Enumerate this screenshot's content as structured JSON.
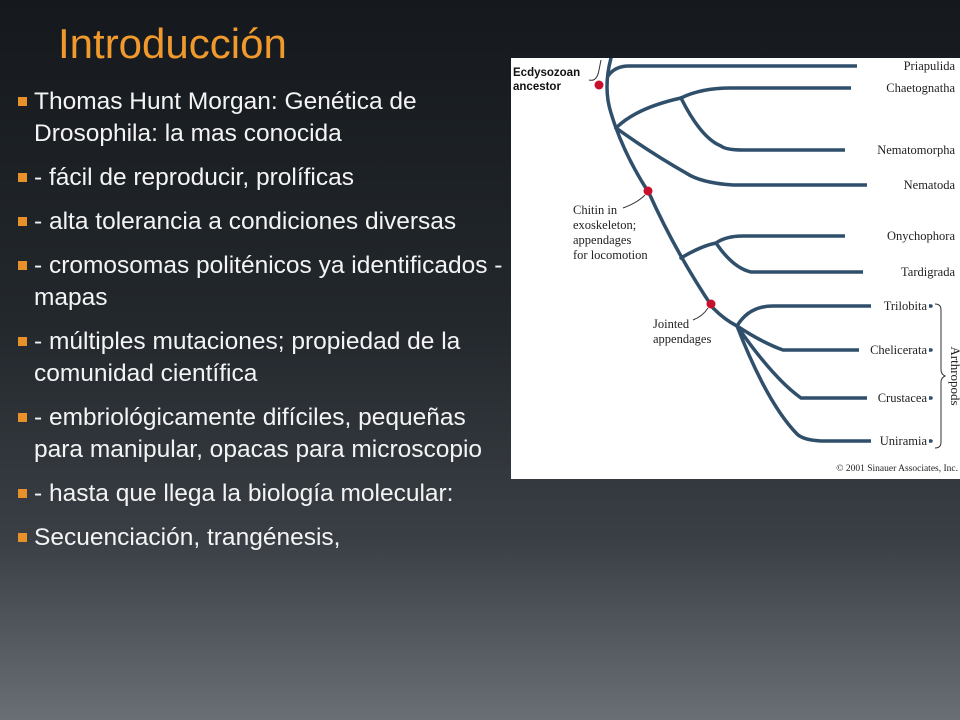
{
  "slide": {
    "title": "Introducción",
    "bullets": [
      " Thomas Hunt Morgan: Genética de Drosophila: la mas conocida",
      "- fácil de reproducir, prolíficas",
      "- alta tolerancia a condiciones diversas",
      "- cromosomas politénicos ya identificados - mapas",
      "- múltiples mutaciones; propiedad de la comunidad científica",
      "- embriológicamente difíciles, pequeñas para manipular, opacas para microscopio",
      "- hasta que llega la biología molecular:",
      "Secuenciación, trangénesis,"
    ]
  },
  "figure": {
    "ancestor_line1": "Ecdysozoan",
    "ancestor_line2": "ancestor",
    "taxa": [
      "Priapulida",
      "Chaetognatha",
      "Nematomorpha",
      "Nematoda",
      "Onychophora",
      "Tardigrada",
      "Trilobita",
      "Chelicerata",
      "Crustacea",
      "Uniramia"
    ],
    "chitin_note": [
      "Chitin in",
      "exoskeleton;",
      "appendages",
      "for locomotion"
    ],
    "jointed_note": [
      "Jointed",
      "appendages"
    ],
    "group_label": "Arthropods",
    "copyright": "© 2001 Sinauer Associates, Inc.",
    "colors": {
      "branch": "#2f4f6b",
      "node": "#c8102e"
    }
  }
}
